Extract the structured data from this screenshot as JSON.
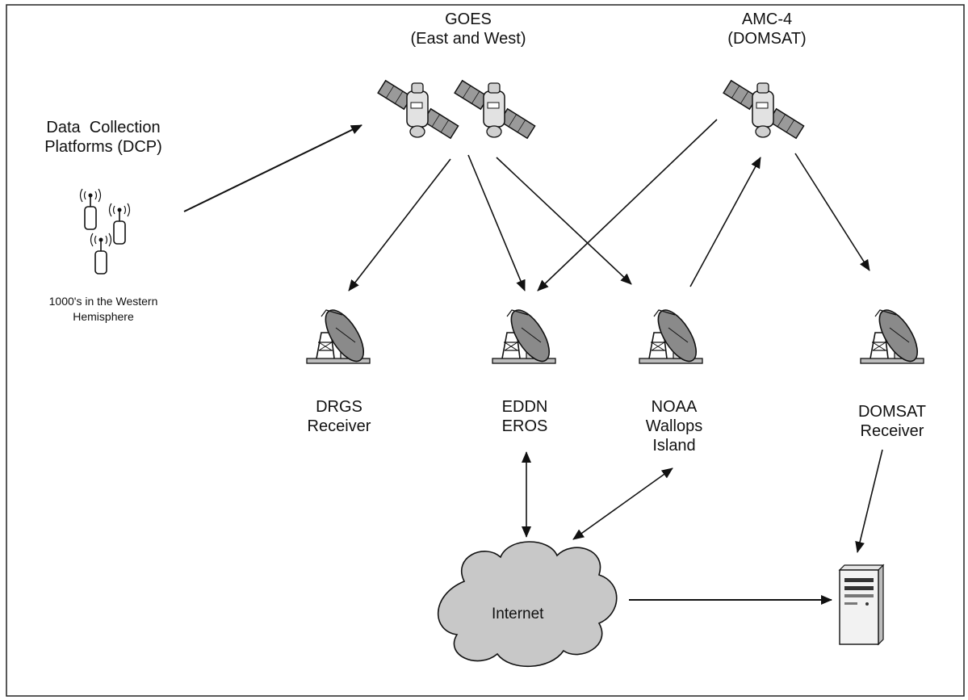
{
  "diagram": {
    "goes": {
      "line1": "GOES",
      "line2": "(East and West)"
    },
    "amc": {
      "line1": "AMC-4",
      "line2": "(DOMSAT)"
    },
    "dcp": {
      "line1": "Data  Collection",
      "line2": "Platforms (DCP)"
    },
    "dcp_note": {
      "line1": "1000's in the Western",
      "line2": "Hemisphere"
    },
    "drgs": {
      "line1": "DRGS",
      "line2": "Receiver"
    },
    "eddn": {
      "line1": "EDDN",
      "line2": "EROS"
    },
    "noaa": {
      "line1": "NOAA",
      "line2": "Wallops",
      "line3": "Island"
    },
    "domsat_rx": {
      "line1": "DOMSAT",
      "line2": "Receiver"
    },
    "internet": "Internet"
  },
  "colors": {
    "line": "#111111",
    "cloud_fill": "#c8c8c8",
    "dish_fill": "#8a8a8a",
    "frame": "#222222"
  }
}
